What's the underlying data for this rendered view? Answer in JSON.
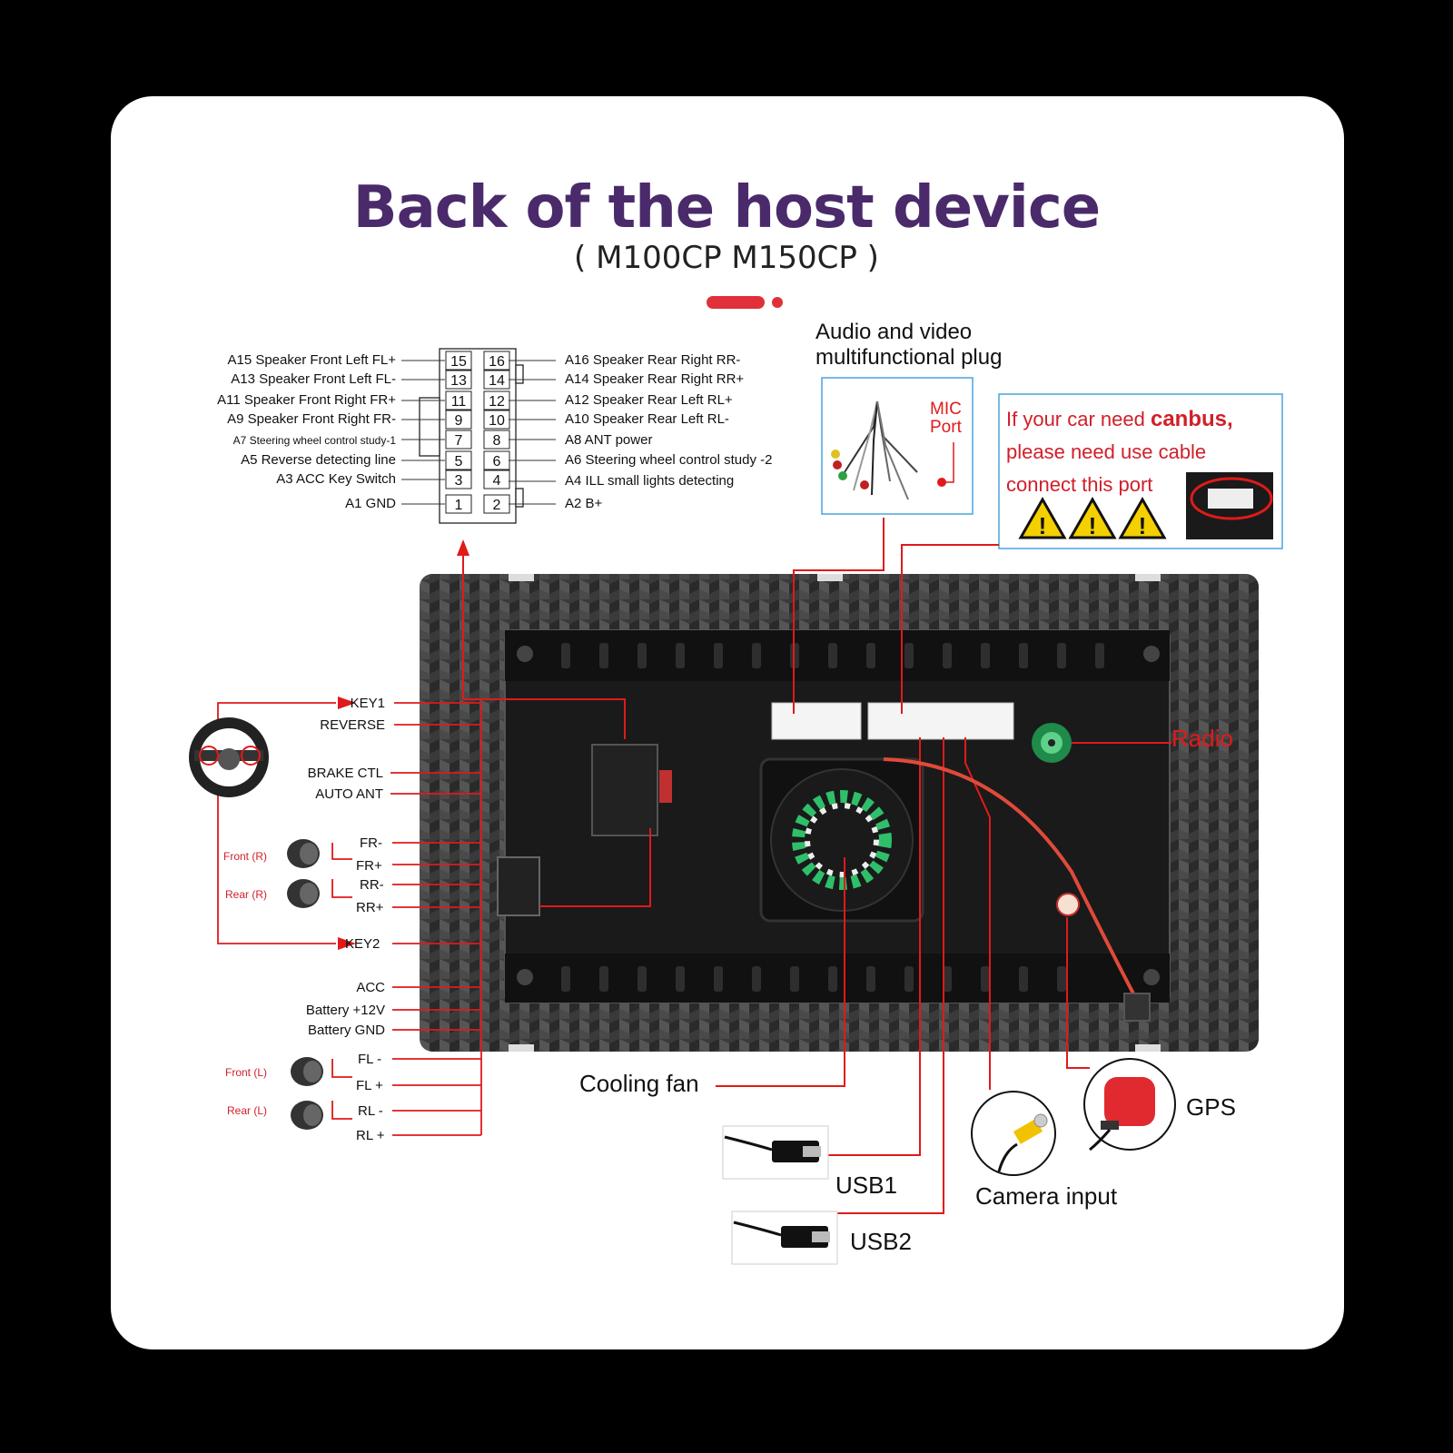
{
  "title": "Back of the host device",
  "subtitle": "( M100CP  M150CP )",
  "connector": {
    "pins_left": [
      "15",
      "13",
      "11",
      "9",
      "7",
      "5",
      "3",
      "1"
    ],
    "pins_right": [
      "16",
      "14",
      "12",
      "10",
      "8",
      "6",
      "4",
      "2"
    ],
    "left_labels": [
      "A15  Speaker Front Left FL+",
      "A13  Speaker Front Left FL-",
      "A11  Speaker Front Right FR+",
      "A9   Speaker Front Right FR-",
      "A7   Steering wheel control study-1",
      "A5   Reverse detecting line",
      "A3 ACC Key Switch",
      "A1 GND"
    ],
    "right_labels": [
      "A16 Speaker Rear Right RR-",
      "A14 Speaker Rear Right RR+",
      "A12 Speaker Rear Left RL+",
      "A10 Speaker Rear Left RL-",
      "A8   ANT power",
      "A6   Steering wheel control study -2",
      "A4   ILL small lights detecting",
      "A2   B+"
    ]
  },
  "av_plug": {
    "line1": "Audio and video",
    "line2": "multifunctional plug",
    "mic_line1": "MIC",
    "mic_line2": "Port"
  },
  "canbus": {
    "line1_pre": "If your car need ",
    "line1_bold": "canbus,",
    "line2": "please need use cable",
    "line3": "connect this port"
  },
  "harness": {
    "key1": "KEY1",
    "reverse": "REVERSE",
    "brake": "BRAKE CTL",
    "auto_ant": "AUTO ANT",
    "fr_minus": "FR-",
    "fr_plus": "FR+",
    "rr_minus": "RR-",
    "rr_plus": "RR+",
    "key2": "KEY2",
    "acc": "ACC",
    "battery_12v": "Battery +12V",
    "battery_gnd": "Battery GND",
    "fl_minus": "FL -",
    "fl_plus": "FL +",
    "rl_minus": "RL -",
    "rl_plus": "RL +",
    "front_r": "Front (R)",
    "rear_r": "Rear (R)",
    "front_l": "Front (L)",
    "rear_l": "Rear (L)"
  },
  "callouts": {
    "radio": "Radio",
    "cooling_fan": "Cooling fan",
    "gps": "GPS",
    "camera": "Camera input",
    "usb1": "USB1",
    "usb2": "USB2"
  },
  "colors": {
    "title": "#4a2a6a",
    "accent_red": "#e0303a",
    "line_red": "#e01a1a",
    "callout_border": "#4aa3df"
  }
}
